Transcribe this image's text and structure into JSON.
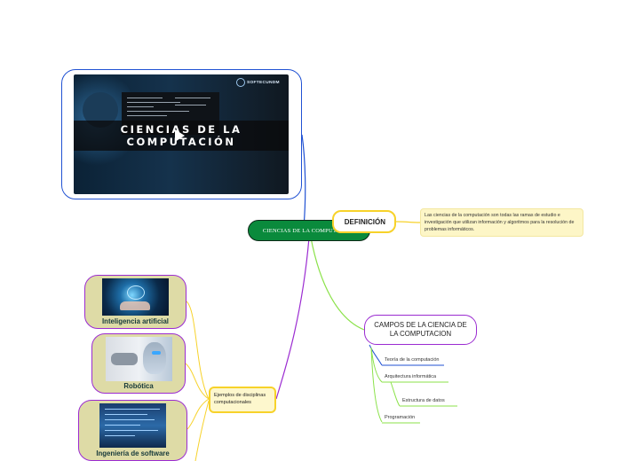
{
  "central": {
    "label": "CIENCIAS DE LA COMPUTACIÓN"
  },
  "video": {
    "title_line1": "CIENCIAS DE LA",
    "title_line2": "COMPUTACIÓN",
    "brand": "SOFTECUNDM",
    "play_icon": "play-icon"
  },
  "definition": {
    "label": "DEFINICIÓN",
    "text": "Las ciencias de la computación son todas las ramas de estudio e investigación que utilizan información y algoritmos para la resolución de problemas informáticos."
  },
  "campos": {
    "label": "CAMPOS DE LA CIENCIA DE LA COMPUTACION",
    "items": [
      "Teoría de la computación",
      "Arquitectura informática",
      "Estructura de datos",
      "Programación"
    ]
  },
  "examples": {
    "label": "Ejemplos de disciplinas computacionales",
    "items": [
      {
        "caption": "Inteligencia artificial"
      },
      {
        "caption": "Robótica"
      },
      {
        "caption": "Ingeniería de software"
      }
    ]
  },
  "colors": {
    "central_fill": "#0a8a3c",
    "branch_blue": "#2152d3",
    "branch_yellow": "#f7d22a",
    "branch_green": "#8be24a",
    "branch_purple": "#9b2bd1",
    "card_fill": "#dedba6"
  }
}
